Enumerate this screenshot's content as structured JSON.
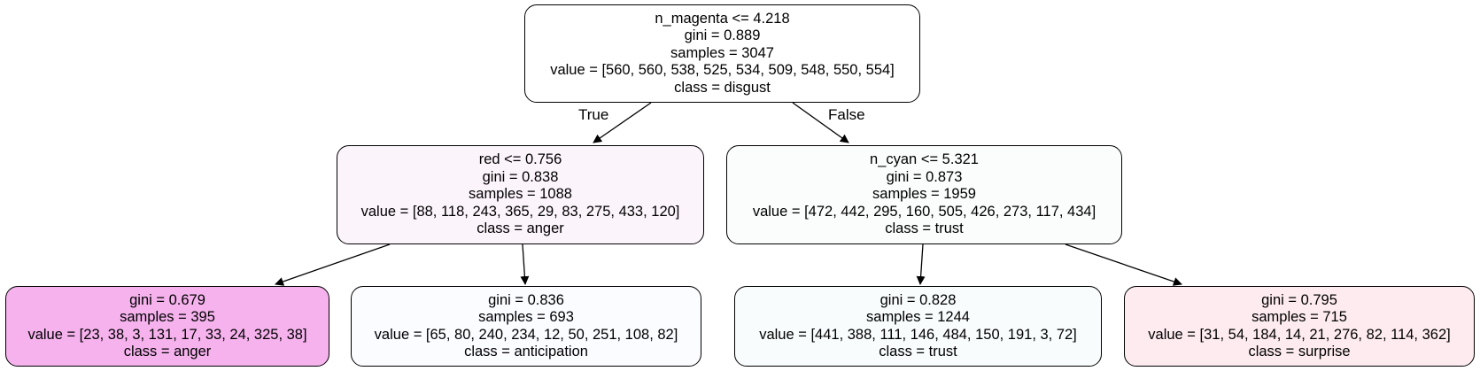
{
  "tree": {
    "nodes": [
      {
        "id": "root",
        "lines": [
          "n_magenta <= 4.218",
          "gini = 0.889",
          "samples = 3047",
          "value = [560, 560, 538, 525, 534, 509, 548, 550, 554]",
          "class = disgust"
        ],
        "fill": "#ffffff"
      },
      {
        "id": "left",
        "lines": [
          "red <= 0.756",
          "gini = 0.838",
          "samples = 1088",
          "value = [88, 118, 243, 365, 29, 83, 275, 433, 120]",
          "class = anger"
        ],
        "fill": "#fcf4fb"
      },
      {
        "id": "right",
        "lines": [
          "n_cyan <= 5.321",
          "gini = 0.873",
          "samples = 1959",
          "value = [472, 442, 295, 160, 505, 426, 273, 117, 434]",
          "class = trust"
        ],
        "fill": "#fbfdfd"
      },
      {
        "id": "ll",
        "lines": [
          "gini = 0.679",
          "samples = 395",
          "value = [23, 38, 3, 131, 17, 33, 24, 325, 38]",
          "class = anger"
        ],
        "fill": "#f5b2ed"
      },
      {
        "id": "lr",
        "lines": [
          "gini = 0.836",
          "samples = 693",
          "value = [65, 80, 240, 234, 12, 50, 251, 108, 82]",
          "class = anticipation"
        ],
        "fill": "#fbfcff"
      },
      {
        "id": "rl",
        "lines": [
          "gini = 0.828",
          "samples = 1244",
          "value = [441, 388, 111, 146, 484, 150, 191, 3, 72]",
          "class = trust"
        ],
        "fill": "#f8fcfd"
      },
      {
        "id": "rr",
        "lines": [
          "gini = 0.795",
          "samples = 715",
          "value = [31, 54, 184, 14, 21, 276, 82, 114, 362]",
          "class = surprise"
        ],
        "fill": "#fdebef"
      }
    ],
    "edge_labels": {
      "true": "True",
      "false": "False"
    }
  }
}
